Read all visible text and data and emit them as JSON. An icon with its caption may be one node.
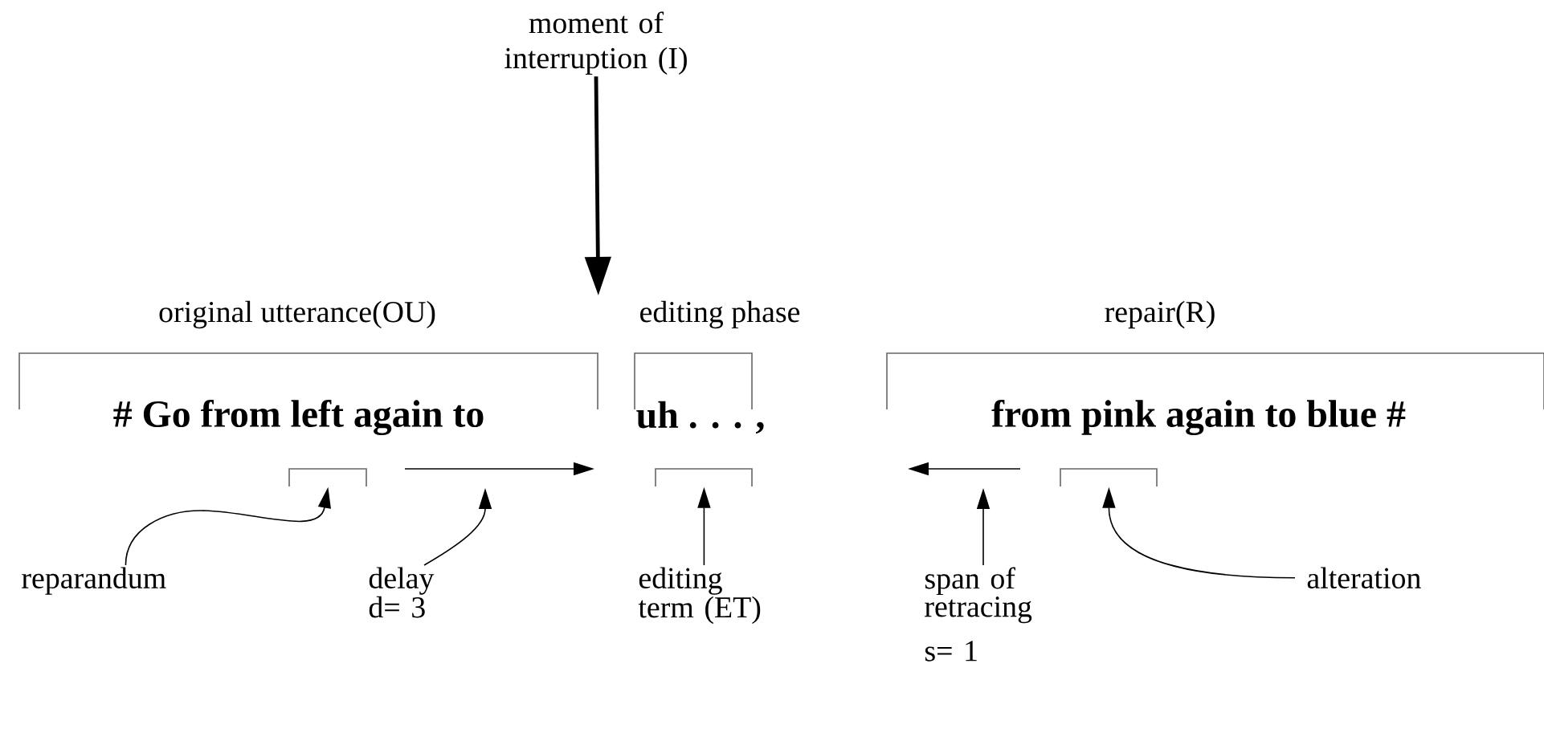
{
  "diagram": {
    "nodes": [
      {
        "text": [
          "moment of interruption (I)"
        ]
      },
      {
        "text": [
          "original utterance(OU)",
          "# Go from left again to"
        ]
      },
      {
        "text": [
          "editing phase",
          "uh . . . ,"
        ]
      },
      {
        "text": [
          "repair(R)",
          "from pink again to blue #"
        ]
      },
      {
        "text": [],
        "shape": "bracket"
      },
      {
        "text": [],
        "shape": "bracket"
      },
      {
        "text": [],
        "shape": "bracket"
      },
      {
        "text": [
          "reparandum"
        ]
      },
      {
        "text": [
          "delay",
          "d= 3"
        ]
      },
      {
        "text": [
          "editing term (ET)"
        ]
      },
      {
        "text": [
          "span of retracing",
          "s= 1"
        ]
      },
      {
        "text": [
          "alteration"
        ]
      }
    ],
    "edges": [
      {
        "from": 0,
        "to": 1,
        "arrow": "to",
        "style": "thick"
      },
      {
        "from": 7,
        "to": 4,
        "arrow": "to"
      },
      {
        "from": 8,
        "to": null,
        "arrow": "to"
      },
      {
        "from": 9,
        "to": 5,
        "arrow": "to"
      },
      {
        "from": 10,
        "to": null,
        "arrow": "to"
      },
      {
        "from": 11,
        "to": 6,
        "arrow": "to"
      }
    ]
  }
}
